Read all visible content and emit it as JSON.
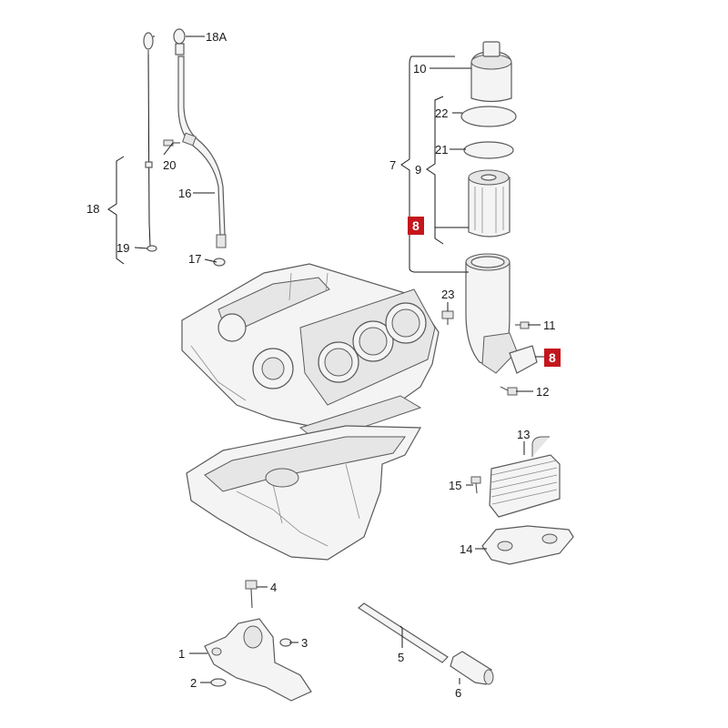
{
  "accent_color": "#c4161c",
  "labels": {
    "l1": "1",
    "l2": "2",
    "l3": "3",
    "l4": "4",
    "l5": "5",
    "l6": "6",
    "l7": "7",
    "l8a": "8",
    "l8b": "8",
    "l9": "9",
    "l10": "10",
    "l11": "11",
    "l12": "12",
    "l13": "13",
    "l14": "14",
    "l15": "15",
    "l16": "16",
    "l17": "17",
    "l18": "18",
    "l18a": "18A",
    "l19": "19",
    "l20": "20",
    "l21": "21",
    "l22": "22",
    "l23": "23"
  }
}
